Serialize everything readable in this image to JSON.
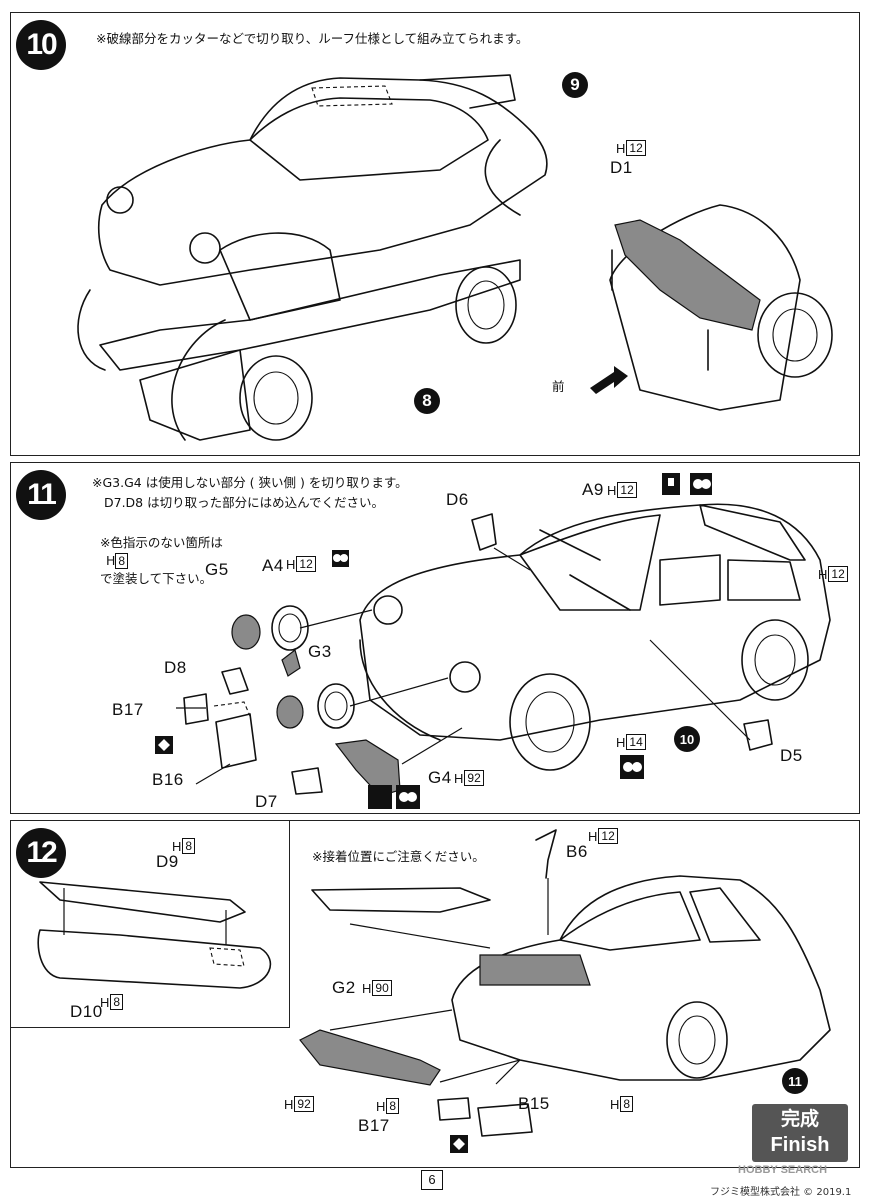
{
  "step10": {
    "number": "10",
    "note": "※破線部分をカッターなどで切り取り、ルーフ仕様として組み立てられます。",
    "ref_9": "9",
    "ref_8": "8",
    "h_code": "12",
    "h_prefix": "H",
    "part_d1": "D1",
    "front_label": "前"
  },
  "step11": {
    "number": "11",
    "note_line1": "※G3.G4 は使用しない部分 ( 狭い側 ) を切り取ります。",
    "note_line2": "D7.D8 は切り取った部分にはめ込んでください。",
    "note_line3": "※色指示のない箇所は",
    "note_line3_code": "8",
    "note_line3_end": "で塗装して下さい。",
    "ref_10": "10",
    "parts": {
      "g5": "G5",
      "a4": "A4",
      "a4_h": "12",
      "g3": "G3",
      "d8": "D8",
      "b17": "B17",
      "b16": "B16",
      "d7": "D7",
      "g4": "G4",
      "g4_h": "92",
      "d6": "D6",
      "a9": "A9",
      "a9_h": "12",
      "d5": "D5",
      "h14": "14",
      "body_h": "12"
    }
  },
  "step12": {
    "number": "12",
    "note": "※接着位置にご注意ください。",
    "ref_11": "11",
    "parts": {
      "d9": "D9",
      "d9_h": "8",
      "d10": "D10",
      "d10_h": "8",
      "b6": "B6",
      "b6_h": "12",
      "g2": "G2",
      "g2_h": "90",
      "h92": "92",
      "b17": "B17",
      "b17_h": "8",
      "b15": "B15",
      "b15_h": "8"
    },
    "finish_jp": "完成",
    "finish_en": "Finish"
  },
  "footer": {
    "page": "6",
    "copyright": "フジミ模型株式会社 © 2019.1",
    "watermark": "HOBBY SEARCH"
  }
}
